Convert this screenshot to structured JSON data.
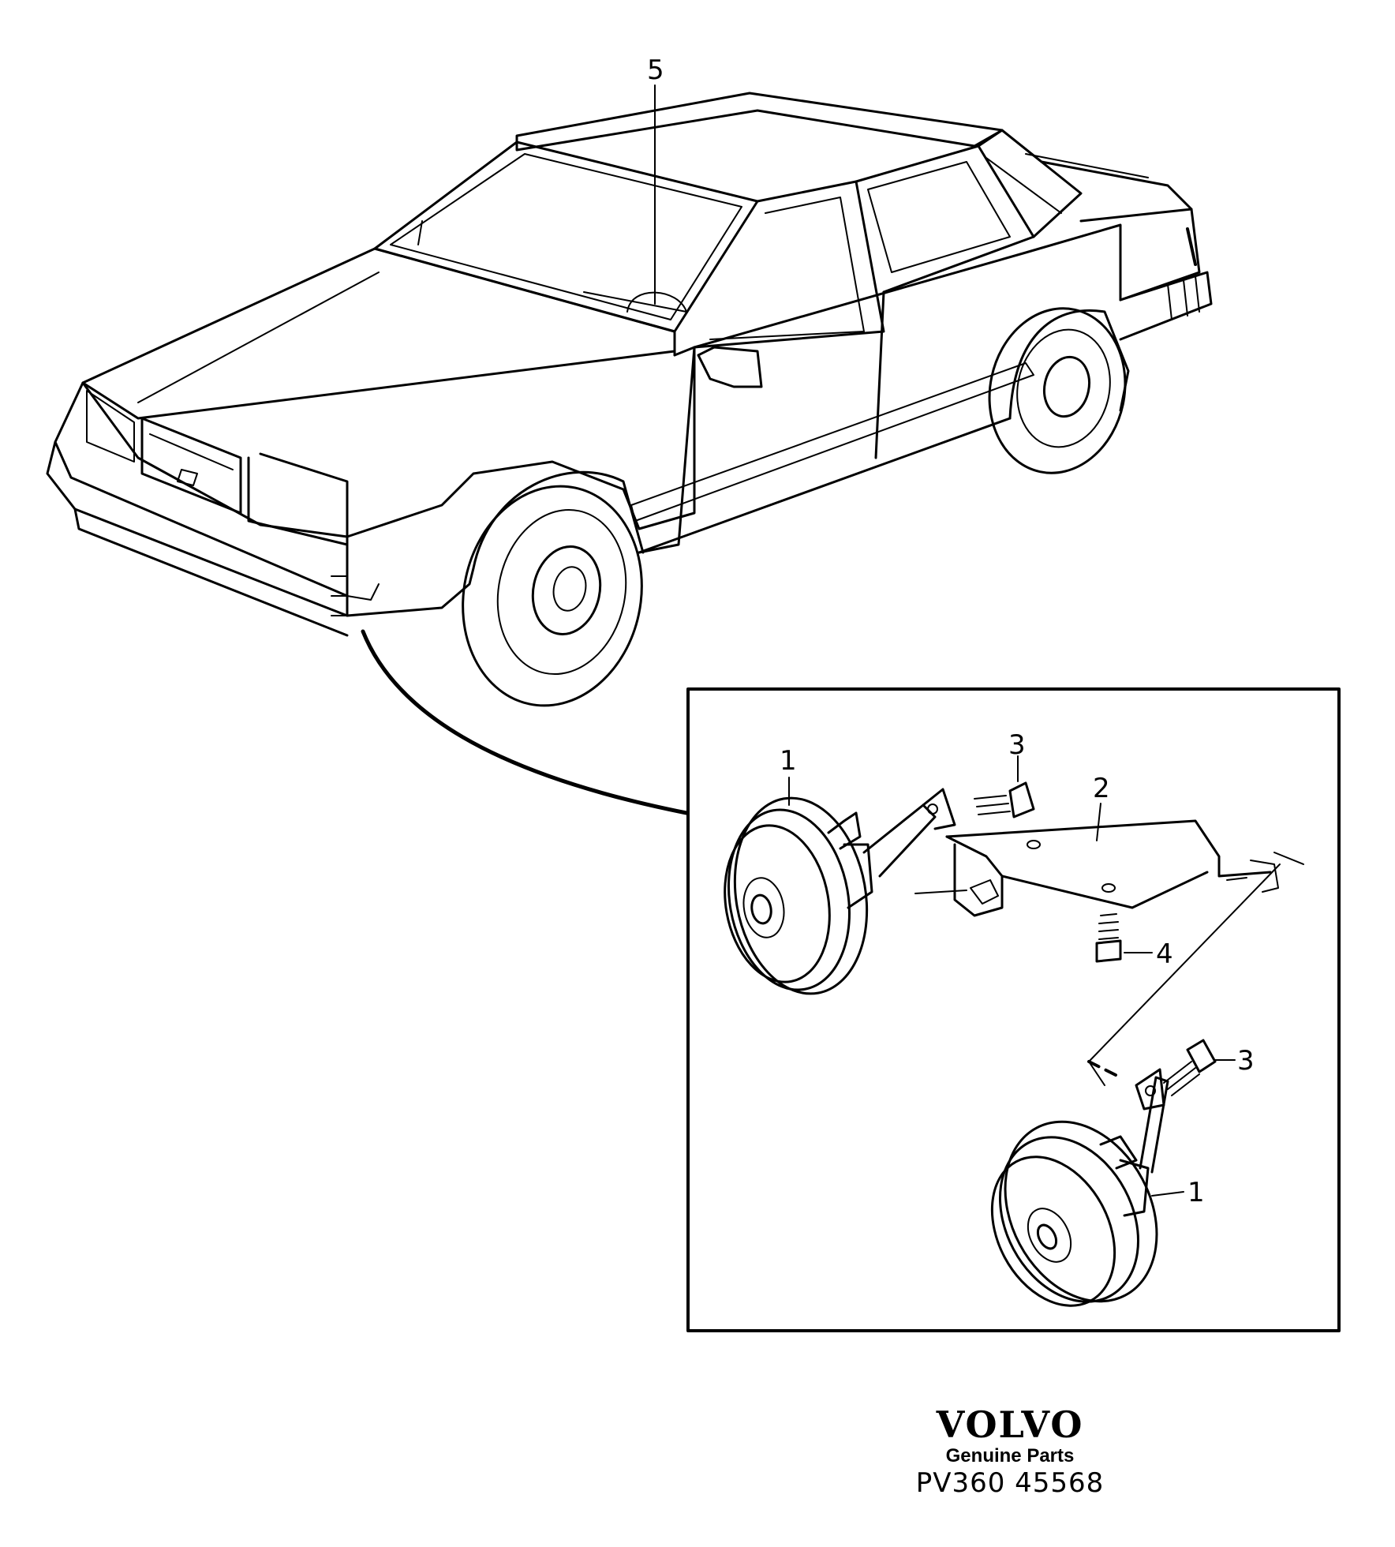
{
  "callouts": {
    "roof_item": "5",
    "horn_upper": "1",
    "bolt_upper": "3",
    "bracket": "2",
    "bolt_lower_bracket": "4",
    "bolt_lower_horn": "3",
    "horn_lower": "1"
  },
  "brand": {
    "logo": "VOLVO",
    "subtitle": "Genuine Parts",
    "code": "PV360 45568"
  }
}
